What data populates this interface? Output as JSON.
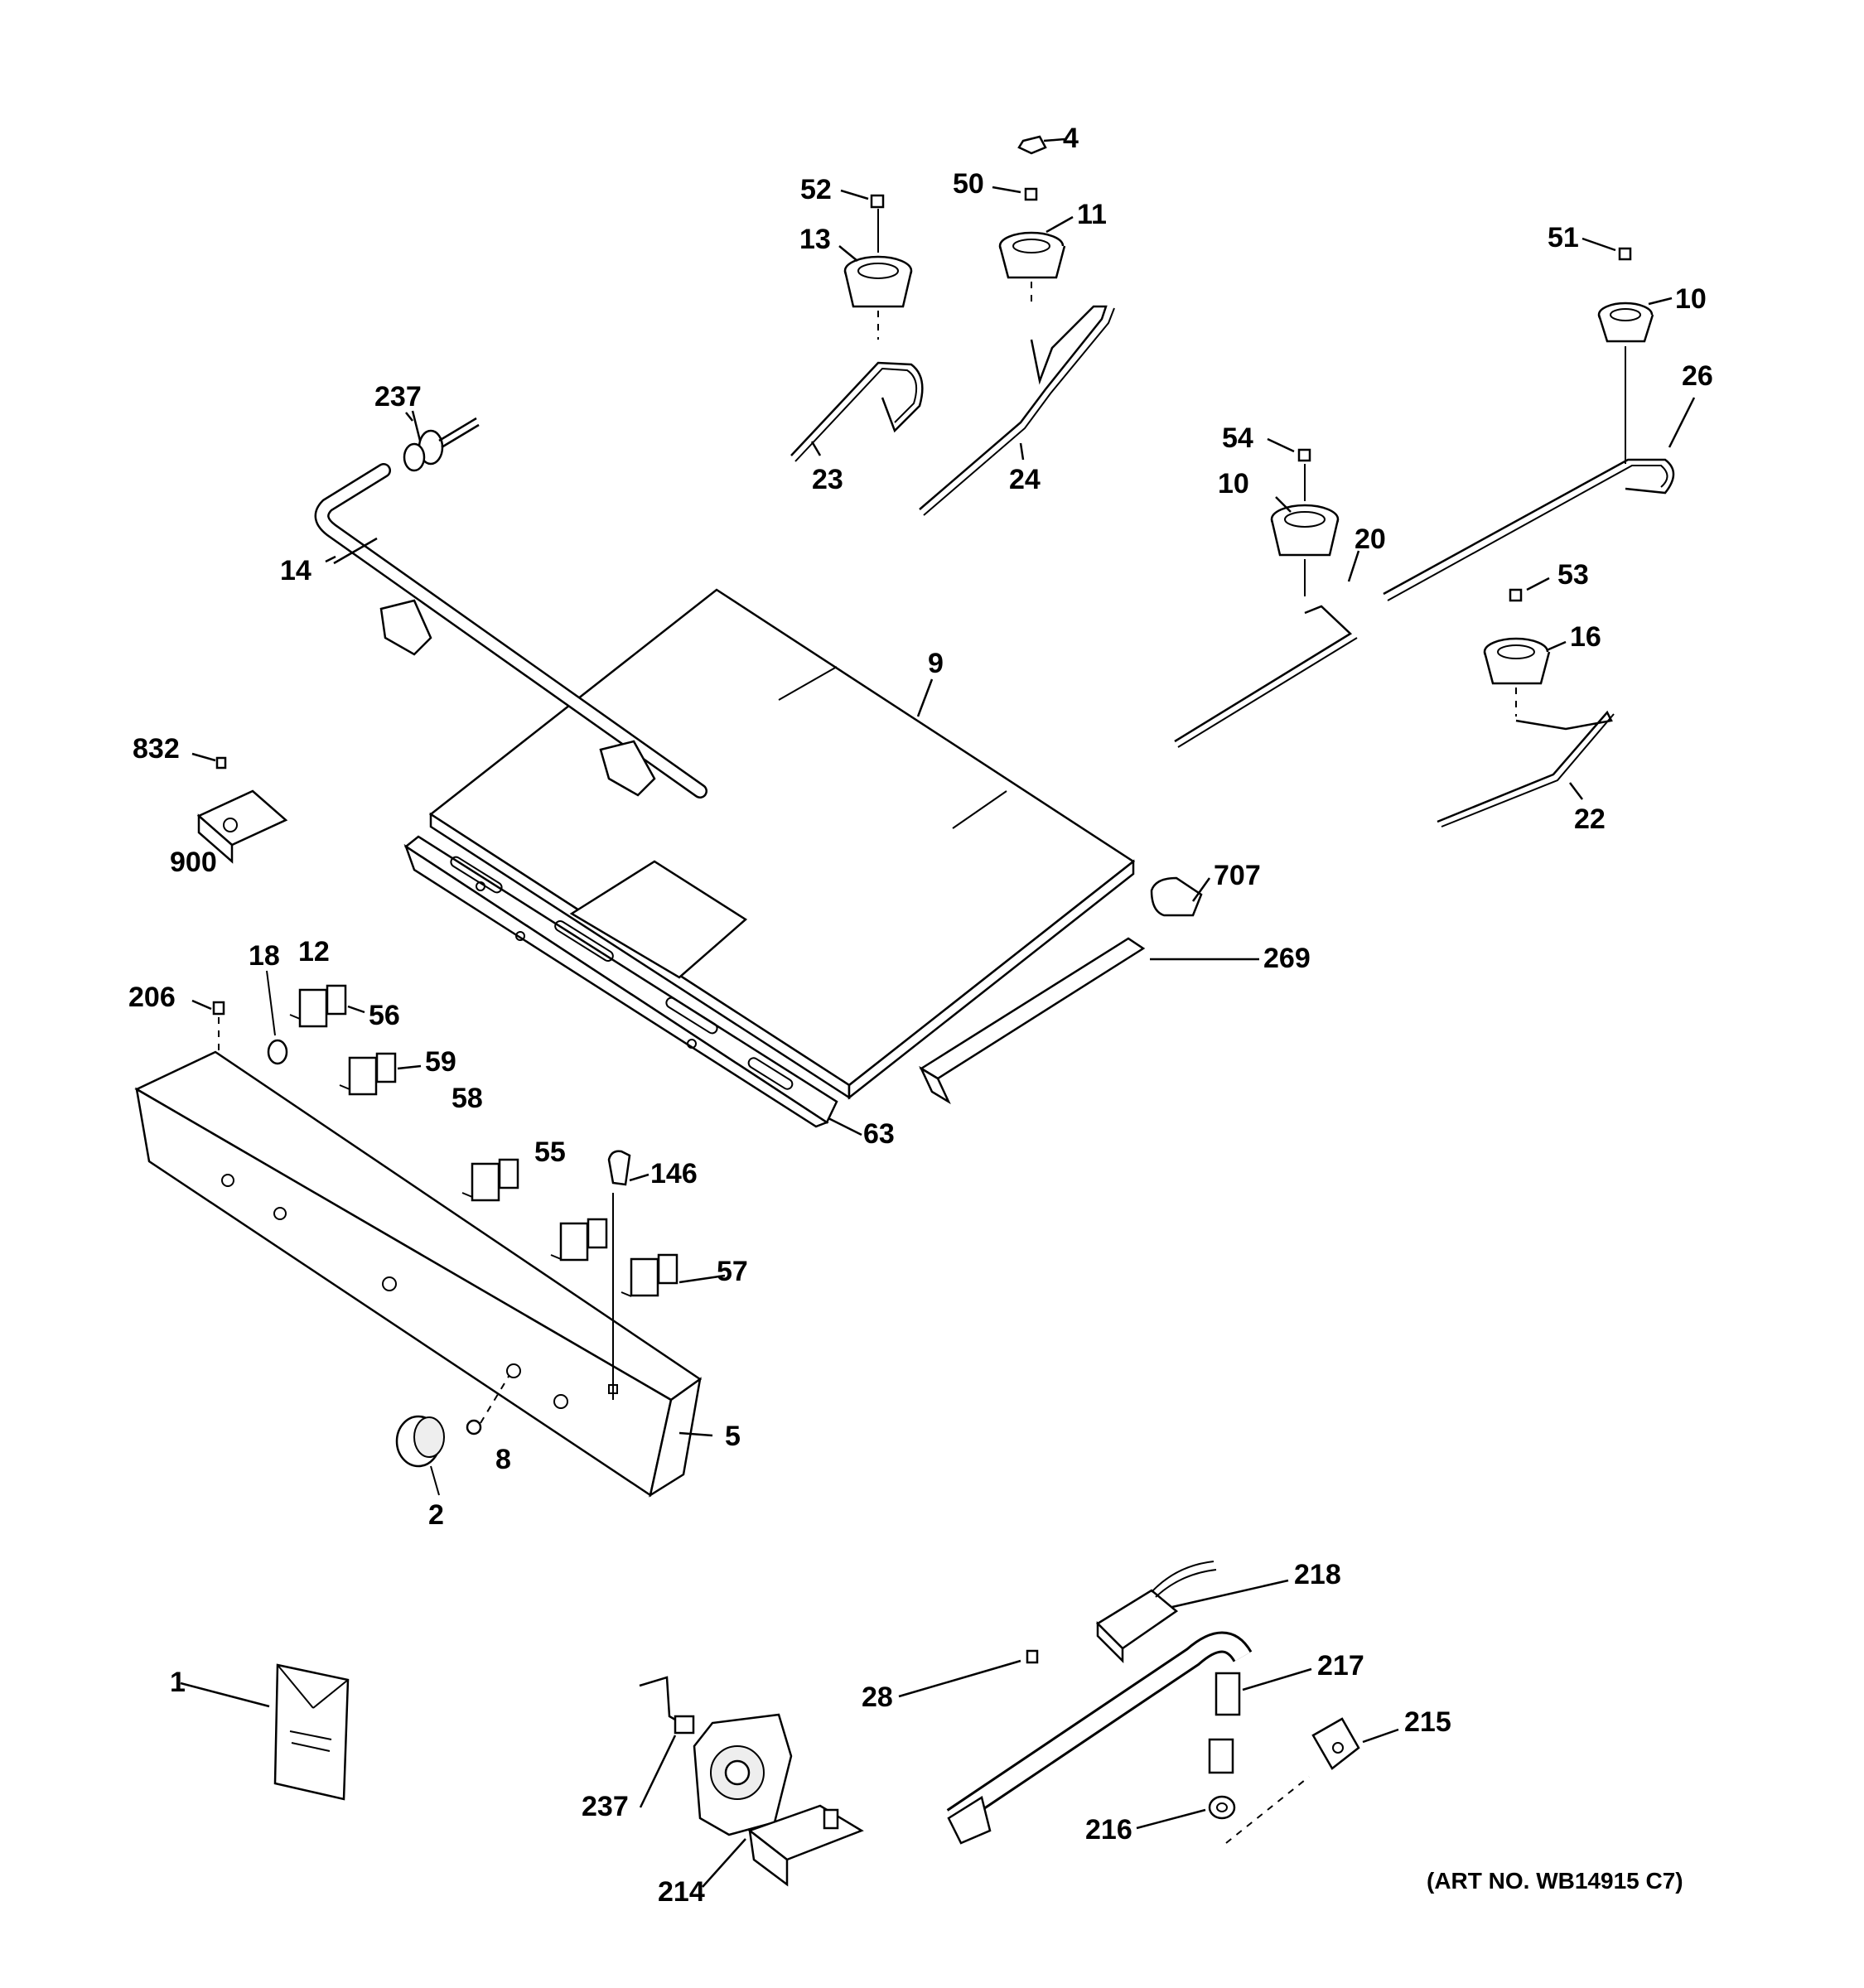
{
  "callouts": [
    {
      "id": "4",
      "text": "4"
    },
    {
      "id": "52",
      "text": "52"
    },
    {
      "id": "50",
      "text": "50"
    },
    {
      "id": "11",
      "text": "11"
    },
    {
      "id": "13",
      "text": "13"
    },
    {
      "id": "51",
      "text": "51"
    },
    {
      "id": "10a",
      "text": "10"
    },
    {
      "id": "26",
      "text": "26"
    },
    {
      "id": "237a",
      "text": "237"
    },
    {
      "id": "23",
      "text": "23"
    },
    {
      "id": "24",
      "text": "24"
    },
    {
      "id": "54",
      "text": "54"
    },
    {
      "id": "10b",
      "text": "10"
    },
    {
      "id": "20",
      "text": "20"
    },
    {
      "id": "14",
      "text": "14"
    },
    {
      "id": "53",
      "text": "53"
    },
    {
      "id": "9",
      "text": "9"
    },
    {
      "id": "16",
      "text": "16"
    },
    {
      "id": "832",
      "text": "832"
    },
    {
      "id": "22",
      "text": "22"
    },
    {
      "id": "900",
      "text": "900"
    },
    {
      "id": "707",
      "text": "707"
    },
    {
      "id": "18",
      "text": "18"
    },
    {
      "id": "12",
      "text": "12"
    },
    {
      "id": "269",
      "text": "269"
    },
    {
      "id": "206",
      "text": "206"
    },
    {
      "id": "56",
      "text": "56"
    },
    {
      "id": "59",
      "text": "59"
    },
    {
      "id": "58",
      "text": "58"
    },
    {
      "id": "63",
      "text": "63"
    },
    {
      "id": "55",
      "text": "55"
    },
    {
      "id": "146",
      "text": "146"
    },
    {
      "id": "57",
      "text": "57"
    },
    {
      "id": "5",
      "text": "5"
    },
    {
      "id": "8",
      "text": "8"
    },
    {
      "id": "2",
      "text": "2"
    },
    {
      "id": "218",
      "text": "218"
    },
    {
      "id": "1",
      "text": "1"
    },
    {
      "id": "28",
      "text": "28"
    },
    {
      "id": "217",
      "text": "217"
    },
    {
      "id": "215",
      "text": "215"
    },
    {
      "id": "237b",
      "text": "237"
    },
    {
      "id": "216",
      "text": "216"
    },
    {
      "id": "214",
      "text": "214"
    }
  ],
  "art_number": "(ART NO. WB14915 C7)"
}
